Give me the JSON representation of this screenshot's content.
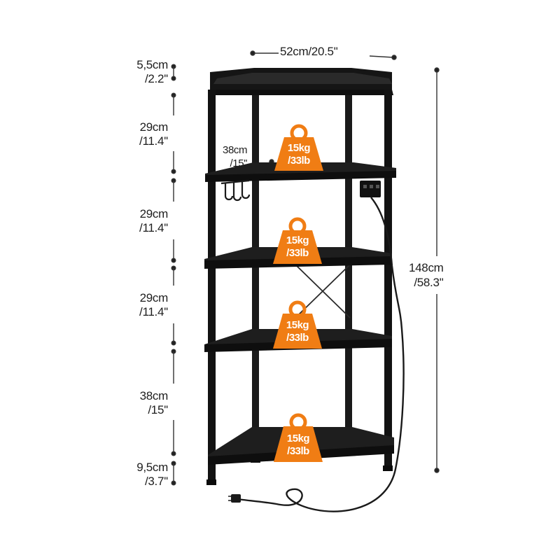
{
  "dimensions": {
    "width": "52cm/20.5''",
    "height": {
      "cm": "148cm",
      "in": "/58.3''"
    },
    "depth": {
      "cm": "38cm",
      "in": "/15''"
    },
    "gaps": [
      {
        "cm": "5,5cm",
        "in": "/2.2''"
      },
      {
        "cm": "29cm",
        "in": "/11.4''"
      },
      {
        "cm": "29cm",
        "in": "/11.4''"
      },
      {
        "cm": "29cm",
        "in": "/11.4''"
      },
      {
        "cm": "38cm",
        "in": "/15''"
      },
      {
        "cm": "9,5cm",
        "in": "/3.7''"
      }
    ]
  },
  "weights": [
    {
      "kg": "15kg",
      "lb": "/33lb"
    },
    {
      "kg": "15kg",
      "lb": "/33lb"
    },
    {
      "kg": "15kg",
      "lb": "/33lb"
    },
    {
      "kg": "15kg",
      "lb": "/33lb"
    }
  ],
  "colors": {
    "frame": "#141414",
    "shelf": "#1b1b1b",
    "weight": "#f07d14",
    "line": "#333333"
  },
  "icons": [
    "weight-icon",
    "power-strip-icon",
    "hook-icon",
    "plug-icon"
  ]
}
